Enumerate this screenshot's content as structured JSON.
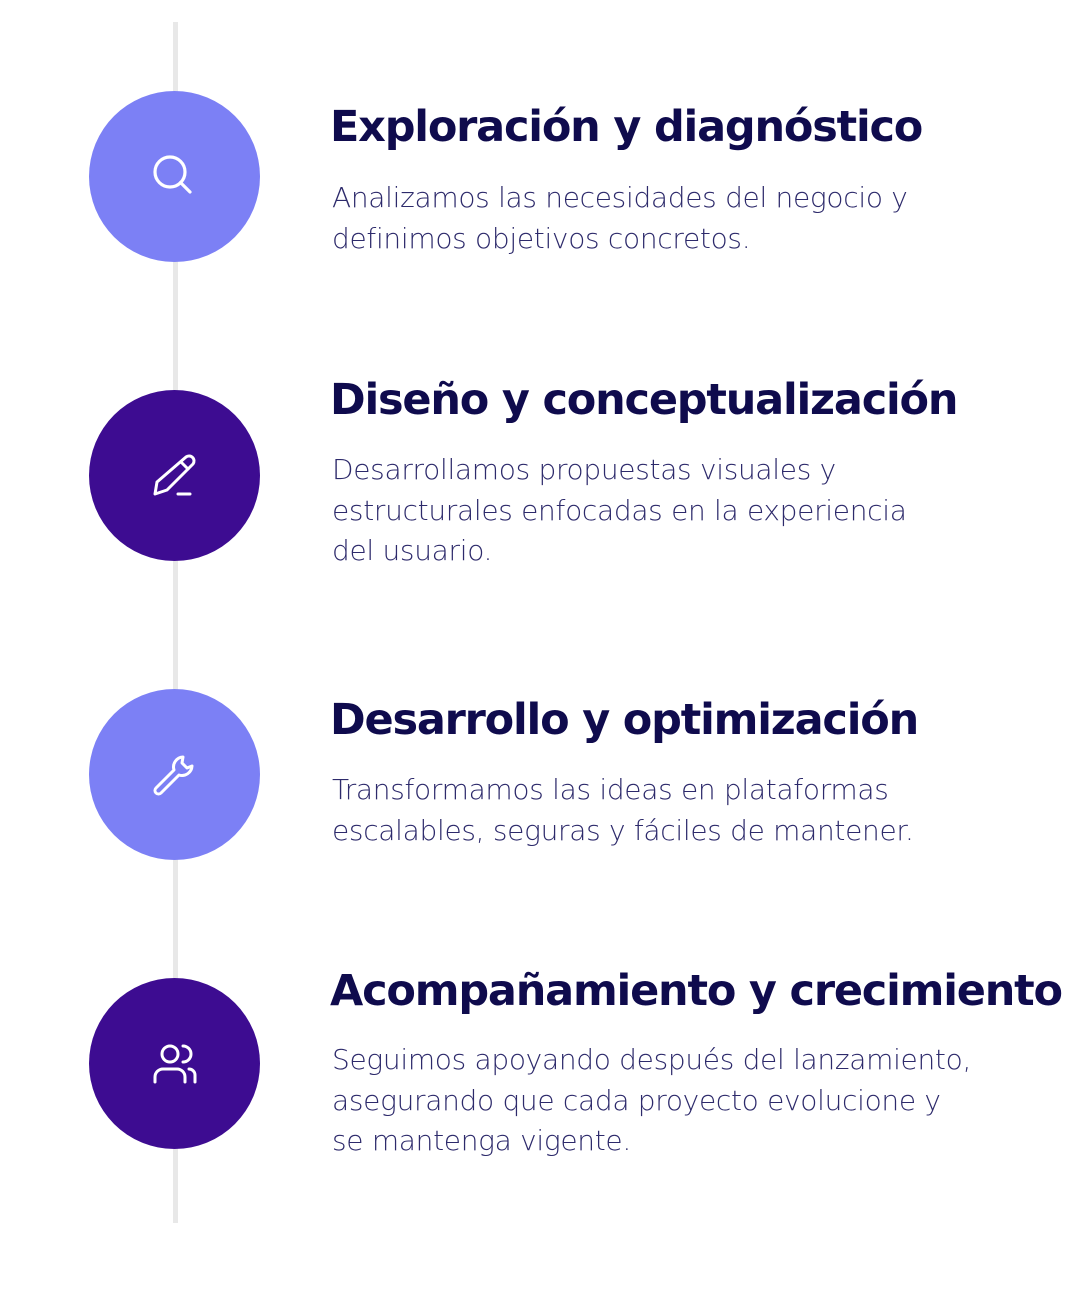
{
  "colors": {
    "light": "#7c80f5",
    "dark": "#3d0c91",
    "title": "#0f0b4d",
    "body": "#2d2a6b",
    "line": "#e8e8e8"
  },
  "steps": [
    {
      "title": "Exploración y diagnóstico",
      "icon": "search-icon",
      "lines": [
        "Analizamos las necesidades del negocio y",
        "definimos objetivos concretos."
      ]
    },
    {
      "title": "Diseño y conceptualización",
      "icon": "pencil-icon",
      "lines": [
        "Desarrollamos propuestas visuales y",
        "estructurales enfocadas en la experiencia",
        "del usuario."
      ]
    },
    {
      "title": "Desarrollo y optimización",
      "icon": "wrench-icon",
      "lines": [
        "Transformamos las ideas en plataformas",
        "escalables, seguras y fáciles de mantener."
      ]
    },
    {
      "title": "Acompañamiento y crecimiento",
      "icon": "users-icon",
      "lines": [
        "Seguimos apoyando después del lanzamiento,",
        "asegurando que cada proyecto evolucione y",
        "se mantenga vigente."
      ]
    }
  ]
}
